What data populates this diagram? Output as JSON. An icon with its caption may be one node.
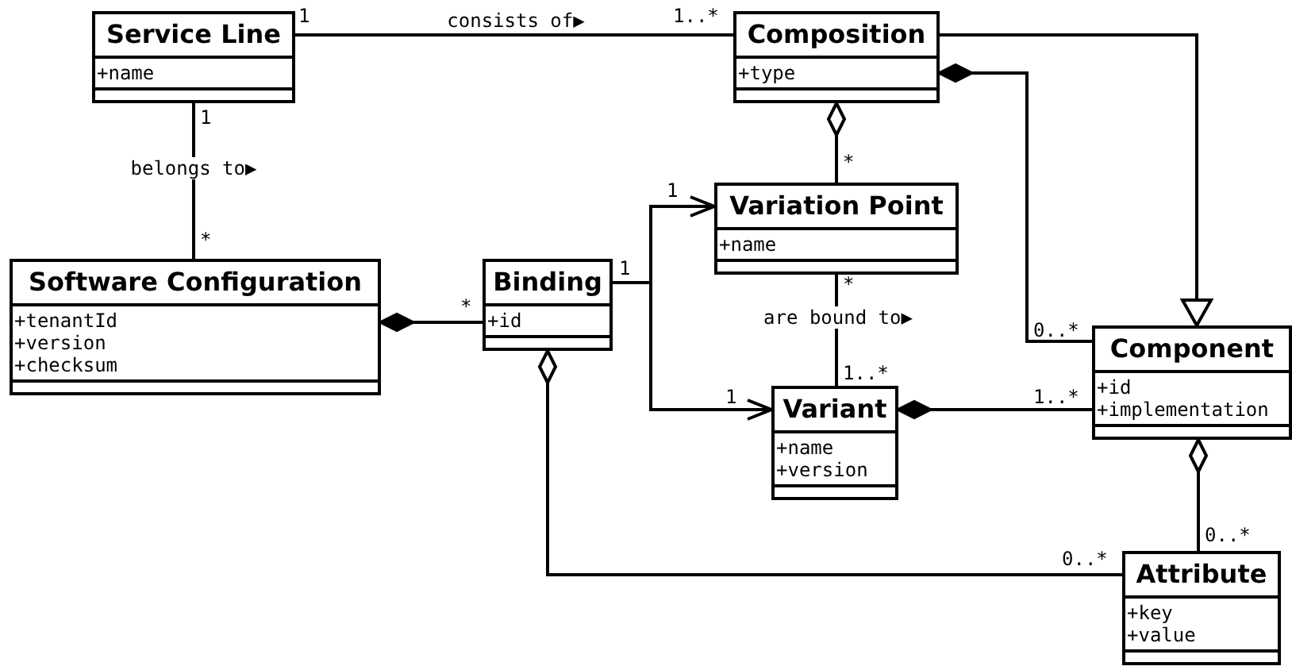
{
  "diagram": {
    "nodes": [
      {
        "text": [
          "Service Line",
          "+name"
        ]
      },
      {
        "text": [
          "Composition",
          "+type"
        ]
      },
      {
        "text": [
          "Variation Point",
          "+name"
        ]
      },
      {
        "text": [
          "Software Configuration",
          "+tenantId",
          "+version",
          "+checksum"
        ]
      },
      {
        "text": [
          "Binding",
          "+id"
        ]
      },
      {
        "text": [
          "Component",
          "+id",
          "+implementation"
        ]
      },
      {
        "text": [
          "Variant",
          "+name",
          "+version"
        ]
      },
      {
        "text": [
          "Attribute",
          "+key",
          "+value"
        ]
      }
    ],
    "edges": [
      {
        "from": 0,
        "to": 1,
        "arrow": "none",
        "label": "consists of▶"
      },
      {
        "from": 0,
        "to": 3,
        "arrow": "none",
        "label": "belongs to▶"
      },
      {
        "from": 1,
        "to": 2,
        "arrow": "other"
      },
      {
        "from": 1,
        "to": 5,
        "arrow": "other"
      },
      {
        "from": 1,
        "to": 5,
        "arrow": "to"
      },
      {
        "from": 3,
        "to": 4,
        "arrow": "other"
      },
      {
        "from": 4,
        "to": 2,
        "arrow": "to"
      },
      {
        "from": 4,
        "to": 6,
        "arrow": "to"
      },
      {
        "from": 2,
        "to": 6,
        "arrow": "none",
        "label": "are bound to▶"
      },
      {
        "from": 6,
        "to": 5,
        "arrow": "other"
      },
      {
        "from": 5,
        "to": 7,
        "arrow": "other"
      },
      {
        "from": 4,
        "to": 7,
        "arrow": "other"
      }
    ],
    "labels": [
      "1",
      "1..*",
      "1",
      "*",
      "*",
      "1",
      "1",
      "*",
      "*",
      "0..*",
      "1..*",
      "1",
      "1..*",
      "0..*",
      "0..*"
    ]
  }
}
